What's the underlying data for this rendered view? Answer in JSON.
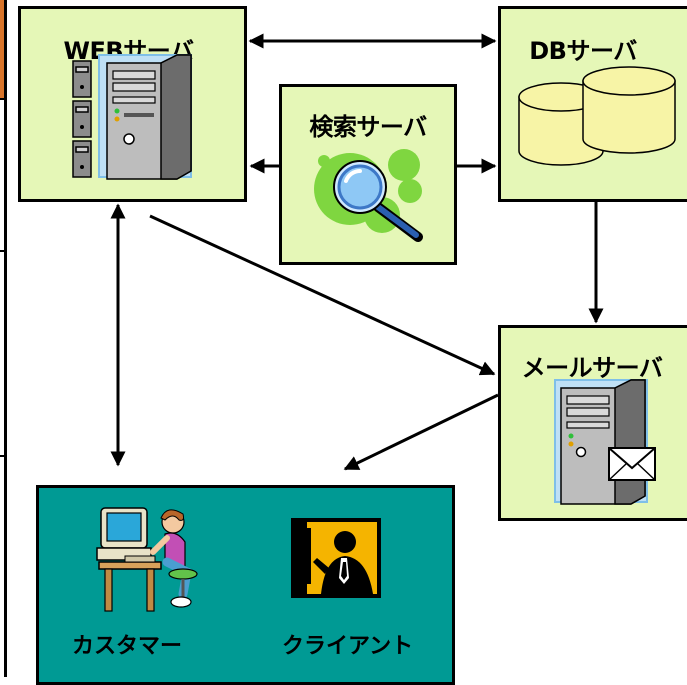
{
  "nodes": {
    "web_server": {
      "label": "WEBサーバ",
      "icon": "tower-server-icon"
    },
    "db_server": {
      "label": "DBサーバ",
      "icon": "database-cylinders-icon"
    },
    "search_server": {
      "label": "検索サーバ",
      "icon": "magnifier-icon"
    },
    "mail_server": {
      "label": "メールサーバ",
      "icon": "mail-server-icon"
    },
    "customer": {
      "label": "カスタマー",
      "icon": "child-at-computer-icon"
    },
    "client": {
      "label": "クライアント",
      "icon": "businessman-silhouette-icon"
    }
  },
  "edges": [
    {
      "from": "web_server",
      "to": "db_server",
      "direction": "both"
    },
    {
      "from": "search_server",
      "to": "web_server",
      "direction": "forward"
    },
    {
      "from": "search_server",
      "to": "db_server",
      "direction": "forward"
    },
    {
      "from": "db_server",
      "to": "mail_server",
      "direction": "forward"
    },
    {
      "from": "web_server",
      "to": "mail_server",
      "direction": "forward"
    },
    {
      "from": "web_server",
      "to": "customer_client_group",
      "direction": "both"
    },
    {
      "from": "mail_server",
      "to": "customer_client_group",
      "direction": "forward"
    }
  ],
  "colors": {
    "server_box_fill": "#e5f7b7",
    "client_box_fill": "#009a94",
    "db_cylinder_fill": "#f7f4a6",
    "magnifier_glow": "#7fd640",
    "client_icon_yellow": "#f5b400"
  }
}
